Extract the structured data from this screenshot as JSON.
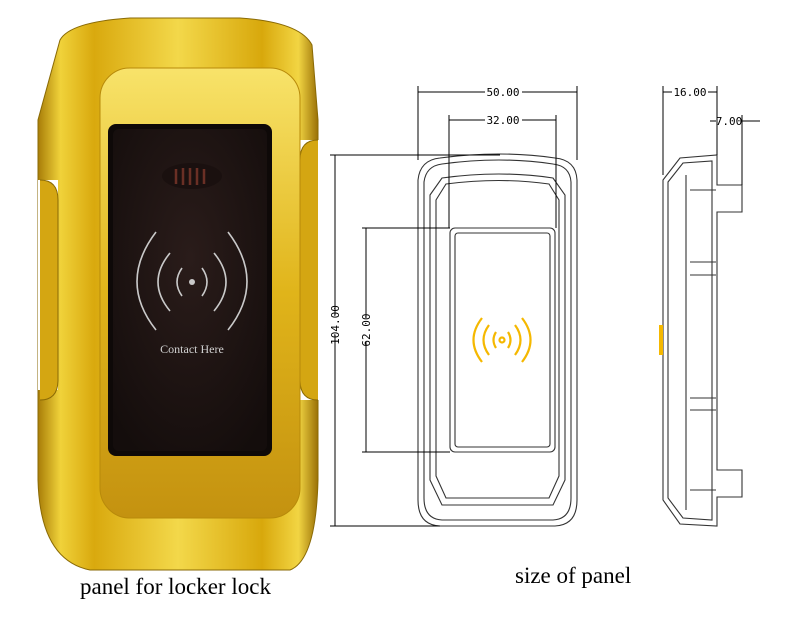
{
  "photo": {
    "contact_label": "Contact Here",
    "caption": "panel for locker lock",
    "colors": {
      "gold": "#e6c01e",
      "screen": "#1e1413"
    }
  },
  "drawing": {
    "caption": "size of panel",
    "dimensions": {
      "width_outer": "50.00",
      "width_window": "32.00",
      "height_outer": "104.00",
      "height_window": "62.00",
      "depth_total": "16.00",
      "depth_front": "7.00"
    },
    "colors": {
      "rfid_symbol": "#f5b800"
    }
  }
}
